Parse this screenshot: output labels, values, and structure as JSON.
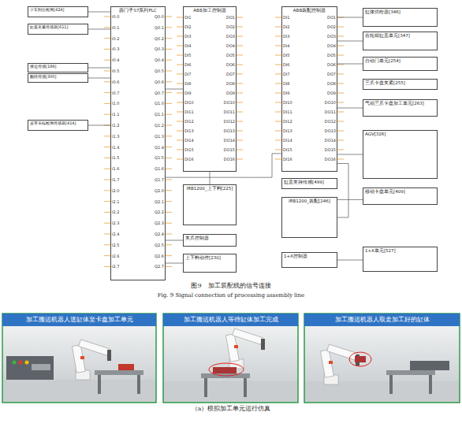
{
  "diagram": {
    "caption": "图9　加工装配线的信号连接",
    "nodes": [
      {
        "text": [
          "小车到位检测[424]"
        ]
      },
      {
        "text": [
          "缸盖夹紧传感器[611]"
        ]
      },
      {
        "text": [
          "接近传感[189]"
        ]
      },
      {
        "text": [
          "翻转传感[300]"
        ]
      },
      {
        "text": [
          "皮带末端检测传感器[414]"
        ]
      },
      {
        "text": [
          "西门子S7系列PLC"
        ]
      },
      {
        "text": [
          "ABB加工控制器"
        ]
      },
      {
        "text": [
          "ABB装配控制器"
        ]
      },
      {
        "text": [
          "缸体供给器[346]"
        ]
      },
      {
        "text": [
          "齿轮箱缸盖单元[347]"
        ]
      },
      {
        "text": [
          "自动门单元[254]"
        ]
      },
      {
        "text": [
          "三爪卡盘夹紧[255]"
        ]
      },
      {
        "text": [
          "气动三爪卡盘加工单元[263]"
        ]
      },
      {
        "text": [
          "AGV[326]"
        ]
      },
      {
        "text": [
          "IRB1200_上下料[225]"
        ]
      },
      {
        "text": [
          "缸盖夹持传感[499]"
        ]
      },
      {
        "text": [
          "IRB1200_装配[246]"
        ]
      },
      {
        "text": [
          "移动卡盘单元[409]"
        ]
      },
      {
        "text": [
          "夹爪控制器"
        ]
      },
      {
        "text": [
          "上下料动作[230]"
        ]
      },
      {
        "text": [
          "1+X控制器"
        ]
      },
      {
        "text": [
          "1+X单元[527]"
        ]
      },
      {
        "text": [
          "加工搬运机器人送缸体至卡盘加工单元"
        ]
      },
      {
        "text": [
          "加工搬运机器人等待缸体加工完成"
        ]
      },
      {
        "text": [
          "加工搬运机器人取走加工好的缸体"
        ]
      }
    ],
    "edges": [
      {
        "from": 0,
        "to": 5,
        "arrow": "none"
      },
      {
        "from": 1,
        "to": 5,
        "arrow": "none"
      },
      {
        "from": 2,
        "to": 5,
        "arrow": "none"
      },
      {
        "from": 3,
        "to": 5,
        "arrow": "none"
      },
      {
        "from": 4,
        "to": 5,
        "arrow": "none"
      },
      {
        "from": 5,
        "to": 6,
        "arrow": "none"
      },
      {
        "from": 5,
        "to": 7,
        "arrow": "none"
      },
      {
        "from": 6,
        "to": 14,
        "arrow": "none"
      },
      {
        "from": 7,
        "to": 16,
        "arrow": "none"
      },
      {
        "from": 5,
        "to": 18,
        "arrow": "none"
      },
      {
        "from": 5,
        "to": 19,
        "arrow": "none"
      },
      {
        "from": 7,
        "to": 8,
        "arrow": "none"
      },
      {
        "from": 7,
        "to": 9,
        "arrow": "none"
      },
      {
        "from": 7,
        "to": 10,
        "arrow": "none"
      },
      {
        "from": 7,
        "to": 12,
        "arrow": "none"
      },
      {
        "from": 7,
        "to": 13,
        "arrow": "none"
      },
      {
        "from": 20,
        "to": 21,
        "arrow": "none"
      },
      {
        "from": 16,
        "to": 17,
        "arrow": "none"
      }
    ],
    "labels": [
      "I0.0",
      "I0.1",
      "I0.2",
      "I0.3",
      "I0.4",
      "I0.5",
      "I0.6",
      "I0.7",
      "I1.0",
      "I1.1",
      "I1.2",
      "I1.3",
      "I1.4",
      "I1.5",
      "I1.6",
      "I1.7",
      "I2.0",
      "I2.1",
      "I2.2",
      "I2.3",
      "I2.4",
      "I2.5",
      "I2.6",
      "I2.7",
      "Q0.0",
      "Q0.1",
      "Q0.2",
      "Q0.3",
      "Q0.4",
      "Q0.5",
      "Q0.6",
      "Q0.7",
      "Q1.0",
      "Q1.1",
      "Q1.2",
      "Q1.3",
      "Q1.4",
      "Q1.5",
      "Q1.6",
      "Q1.7",
      "Q2.0",
      "Q2.1",
      "Q2.2",
      "Q2.3",
      "Q2.4",
      "Q2.5",
      "Q2.6",
      "Q2.7",
      "DI1",
      "DI2",
      "DI3",
      "DI4",
      "DI5",
      "DI6",
      "DI7",
      "DI8",
      "DI9",
      "DI10",
      "DI11",
      "DI12",
      "DI13",
      "DI14",
      "DI15",
      "DI16",
      "DO1",
      "DO2",
      "DO3",
      "DO4",
      "DO5",
      "DO6",
      "DO7",
      "DO8",
      "DO9",
      "DO10",
      "DO11",
      "DO12",
      "DO13",
      "DO14",
      "DO15",
      "DO16",
      "DI1",
      "DI2",
      "DI3",
      "DI4",
      "DI5",
      "DI6",
      "DI7",
      "DI8",
      "DI9",
      "DI10",
      "DI11",
      "DI12",
      "DI13",
      "DI14",
      "DI15",
      "DI16",
      "DO1",
      "DO2",
      "DO3",
      "DO4",
      "DO5",
      "DO6",
      "DO7",
      "DO8",
      "DO9",
      "DO10",
      "DO11",
      "DO12",
      "DO13",
      "DO14",
      "DO15",
      "DO16",
      "Fig. 9 Signal connection of processing assembly line",
      "（a）模拟加工单元运行仿真"
    ]
  }
}
